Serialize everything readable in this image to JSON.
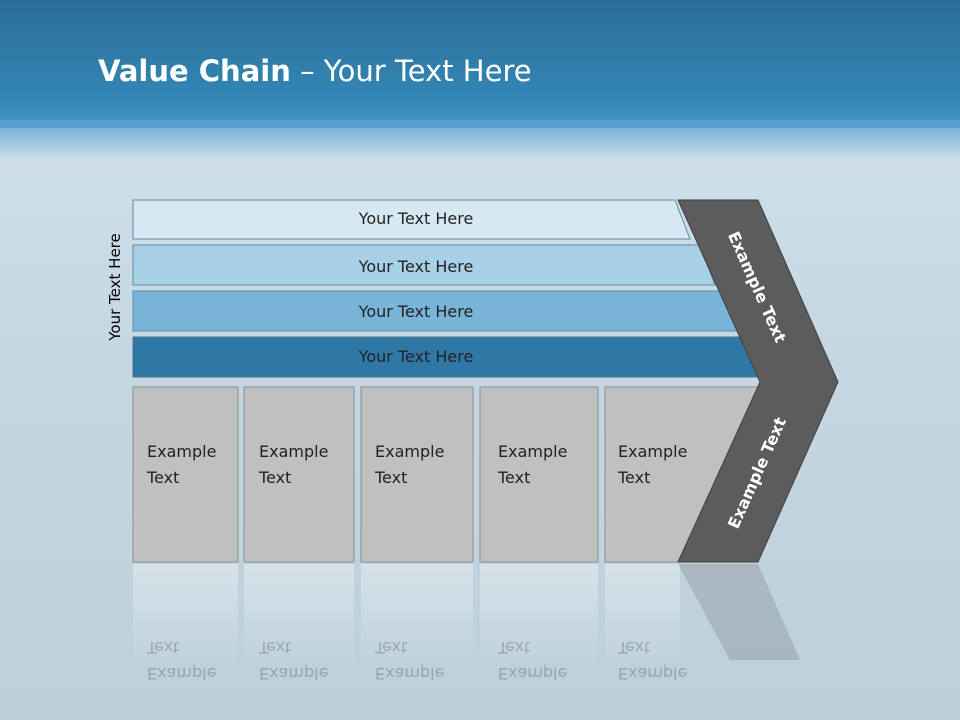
{
  "header": {
    "title_bold": "Value Chain",
    "title_rest": " – Your Text Here"
  },
  "side_label": "Your Text Here",
  "bars": [
    {
      "label": "Your Text Here",
      "color": "#d6e9f3"
    },
    {
      "label": "Your Text Here",
      "color": "#a8d0e6"
    },
    {
      "label": "Your Text Here",
      "color": "#78b4d7"
    },
    {
      "label": "Your Text Here",
      "color": "#2f78a6"
    }
  ],
  "boxes": [
    {
      "line1": "Example",
      "line2": "Text"
    },
    {
      "line1": "Example",
      "line2": "Text"
    },
    {
      "line1": "Example",
      "line2": "Text"
    },
    {
      "line1": "Example",
      "line2": "Text"
    },
    {
      "line1": "Example",
      "line2": "Text"
    }
  ],
  "chevron": {
    "upper_label": "Example Text",
    "lower_label": "Example Text",
    "color": "#5c5c5c"
  }
}
